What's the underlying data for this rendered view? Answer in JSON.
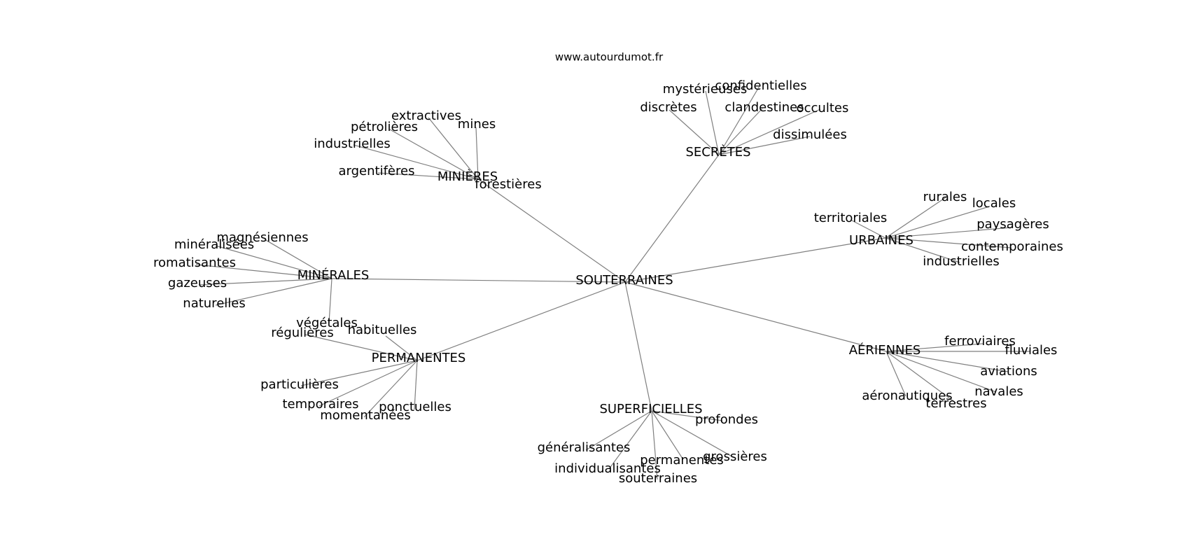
{
  "site": "www.autourdumot.fr",
  "center": "SOUTERRAINES",
  "groups": [
    {
      "label": "MINIÈRES",
      "leaves": [
        "extractives",
        "pétrolières",
        "mines",
        "industrielles",
        "argentifères",
        "forestières"
      ]
    },
    {
      "label": "SECRÈTES",
      "leaves": [
        "mystérieuses",
        "confidentielles",
        "discrètes",
        "clandestines",
        "occultes",
        "dissimulées"
      ]
    },
    {
      "label": "URBAINES",
      "leaves": [
        "rurales",
        "locales",
        "territoriales",
        "paysagères",
        "contemporaines",
        "industrielles"
      ]
    },
    {
      "label": "MINÉRALES",
      "leaves": [
        "magnésiennes",
        "minéralisées",
        "romatisantes",
        "gazeuses",
        "naturelles",
        "végétales"
      ]
    },
    {
      "label": "PERMANENTES",
      "leaves": [
        "régulières",
        "habituelles",
        "particulières",
        "temporaires",
        "momentanées",
        "ponctuelles"
      ]
    },
    {
      "label": "AÉRIENNES",
      "leaves": [
        "ferroviaires",
        "fluviales",
        "aviations",
        "navales",
        "aéronautiques",
        "terrestres"
      ]
    },
    {
      "label": "SUPERFICIELLES",
      "leaves": [
        "profondes",
        "généralisantes",
        "individualisantes",
        "permanentes",
        "grossières",
        "souterraines"
      ]
    }
  ]
}
